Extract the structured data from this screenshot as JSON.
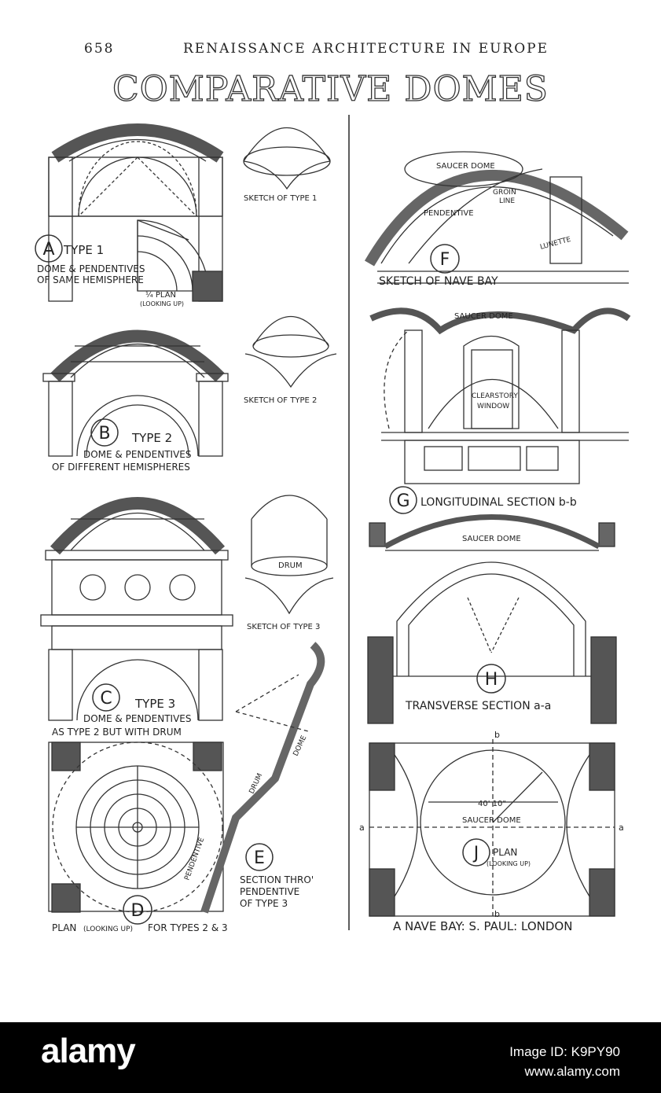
{
  "header": {
    "page_number": "658",
    "running_title": "RENAISSANCE ARCHITECTURE IN EUROPE",
    "plate_title": "COMPARATIVE DOMES"
  },
  "figures": {
    "A": {
      "letter": "A",
      "title": "TYPE 1",
      "caption_1": "DOME & PENDENTIVES",
      "caption_2": "OF SAME HEMISPHERE",
      "plan_1": "¼ PLAN",
      "plan_2": "(LOOKING UP)"
    },
    "sketch1": "SKETCH OF TYPE 1",
    "B": {
      "letter": "B",
      "title": "TYPE 2",
      "caption_1": "DOME & PENDENTIVES",
      "caption_2": "OF DIFFERENT HEMISPHERES"
    },
    "sketch2": "SKETCH OF TYPE 2",
    "C": {
      "letter": "C",
      "title": "TYPE 3",
      "caption_1": "DOME & PENDENTIVES",
      "caption_2": "AS TYPE 2 BUT WITH DRUM"
    },
    "sketch3": {
      "caption": "SKETCH OF TYPE 3",
      "drum": "DRUM"
    },
    "D": {
      "letter": "D",
      "caption_a": "PLAN",
      "caption_b": "(LOOKING UP)",
      "caption_c": "FOR TYPES 2 & 3"
    },
    "E": {
      "letter": "E",
      "caption_1": "SECTION THRO'",
      "caption_2": "PENDENTIVE",
      "caption_3": "OF TYPE 3",
      "pendentive": "PENDENTIVE",
      "drum": "DRUM",
      "dome": "DOME"
    },
    "F": {
      "letter": "F",
      "caption": "SKETCH OF NAVE BAY",
      "saucer": "SAUCER DOME",
      "groin_1": "GROIN",
      "groin_2": "LINE",
      "pendentive": "PENDENTIVE",
      "lunette": "LUNETTE"
    },
    "G": {
      "letter": "G",
      "caption": "LONGITUDINAL SECTION b-b",
      "saucer": "SAUCER DOME",
      "window_1": "CLEARSTORY",
      "window_2": "WINDOW"
    },
    "H": {
      "letter": "H",
      "caption": "TRANSVERSE SECTION a-a",
      "saucer": "SAUCER DOME"
    },
    "J": {
      "letter": "J",
      "caption_1": "PLAN",
      "caption_2": "(LOOKING UP)",
      "saucer": "SAUCER DOME",
      "dimension": "40' 10\"",
      "axis_b": "b",
      "axis_a": "a"
    },
    "bottom_caption": "A NAVE BAY: S. PAUL: LONDON"
  },
  "watermark": {
    "brand": "alamy",
    "image_id": "Image ID: K9PY90",
    "site": "www.alamy.com"
  }
}
